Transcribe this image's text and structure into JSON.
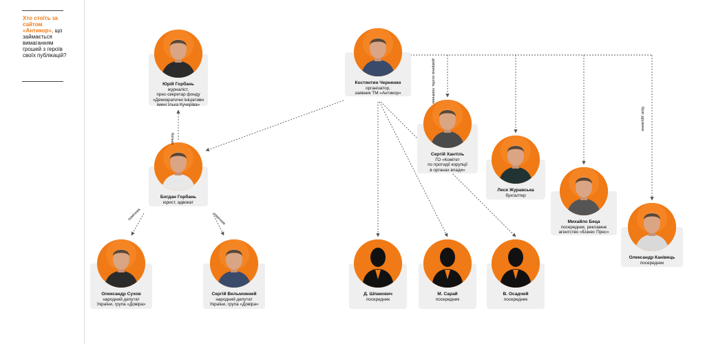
{
  "sidebar": {
    "title_highlight": "Хто стоїть за сайтом «Антикор»,",
    "title_rest": "що займається вимаганням грошей з героїв своїх публікацій?"
  },
  "colors": {
    "accent": "#f07a16",
    "card": "#efefef",
    "line": "#555555"
  },
  "nodes": [
    {
      "id": "horban_yu",
      "name": "Юрій Горбань",
      "role": "журналіст,\nпрес-секретар фонду\n«Демократичні ініціативи\nімені Ілька Кучеріва»",
      "avatar": "photo-person"
    },
    {
      "id": "chernenko",
      "name": "Костянтин Черненко",
      "role": "організатор,\nзаявник ТМ «Антикор»",
      "avatar": "photo-person"
    },
    {
      "id": "horban_b",
      "name": "Богдан Горбань",
      "role": "юрист, адвокат",
      "avatar": "photo-person"
    },
    {
      "id": "khantil",
      "name": "Сергій Хантіль",
      "role": "ГО «Комітет\nпо протидії корупції\nв органах влади»",
      "avatar": "photo-person"
    },
    {
      "id": "zhuravska",
      "name": "Леся Журавська",
      "role": "бухгалтер",
      "avatar": "photo-person"
    },
    {
      "id": "betsa",
      "name": "Михайло Беца",
      "role": "посередник, рекламне\nагентство «Бізнес Прес»",
      "avatar": "photo-person"
    },
    {
      "id": "kanivets",
      "name": "Олександр Канівець",
      "role": "посередник",
      "avatar": "photo-person"
    },
    {
      "id": "sukhov",
      "name": "Олександр Сухов",
      "role": "народний депутат\nУкраїни, група «Довіра»",
      "avatar": "photo-person"
    },
    {
      "id": "velmozhnyi",
      "name": "Сергій Вельможний",
      "role": "народний депутат\nУкраїни, група «Довіра»",
      "avatar": "photo-person"
    },
    {
      "id": "shpakovych",
      "name": "Д. Шпакович",
      "role": "посередник",
      "avatar": "silhouette-icon"
    },
    {
      "id": "sarai",
      "name": "М. Сарай",
      "role": "посередник",
      "avatar": "silhouette-icon"
    },
    {
      "id": "osadchyi",
      "name": "В. Осадчий",
      "role": "посередник",
      "avatar": "silhouette-icon"
    }
  ],
  "edges": [
    {
      "from": "horban_b",
      "to": "horban_yu",
      "label": "батько"
    },
    {
      "from": "chernenko",
      "to": "horban_b",
      "label": ""
    },
    {
      "from": "chernenko",
      "to": "khantil",
      "label": "довірена особа, помічник"
    },
    {
      "from": "chernenko",
      "to": "zhuravska",
      "label": ""
    },
    {
      "from": "chernenko",
      "to": "betsa",
      "label": ""
    },
    {
      "from": "chernenko",
      "to": "kanivets",
      "label": "брат дружини"
    },
    {
      "from": "chernenko",
      "to": "shpakovych",
      "label": ""
    },
    {
      "from": "chernenko",
      "to": "sarai",
      "label": ""
    },
    {
      "from": "chernenko",
      "to": "osadchyi",
      "label": ""
    },
    {
      "from": "horban_b",
      "to": "sukhov",
      "label": "помічник"
    },
    {
      "from": "horban_b",
      "to": "velmozhnyi",
      "label": "помічник"
    }
  ]
}
